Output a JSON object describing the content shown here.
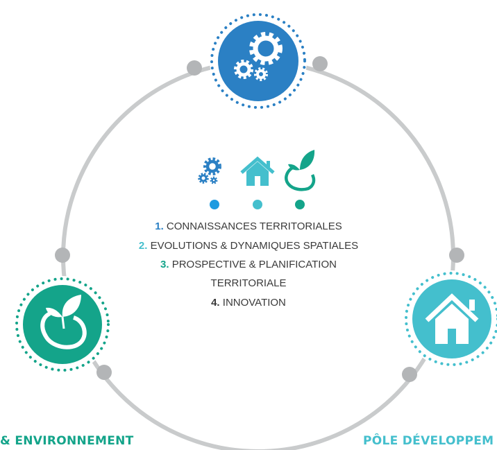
{
  "colors": {
    "ring": "#c9cbcc",
    "dot": "#b3b5b7",
    "blue": "#2b80c4",
    "teal": "#44bfcd",
    "green": "#14a48a",
    "text": "#3a3a3a"
  },
  "items": [
    {
      "number": "1.",
      "text": "CONNAISSANCES TERRITORIALES"
    },
    {
      "number": "2.",
      "text": "EVOLUTIONS & DYNAMIQUES SPATIALES"
    },
    {
      "number": "3.",
      "text": "PROSPECTIVE & PLANIFICATION",
      "text_cont": "TERRITORIALE"
    },
    {
      "number": "4.",
      "text": "INNOVATION"
    }
  ],
  "labels": {
    "left": "& ENVIRONNEMENT",
    "right": "PÔLE DÉVELOPPEM"
  },
  "icons": {
    "top": "gears-icon",
    "right": "house-icon",
    "left": "island-leaf-icon"
  }
}
